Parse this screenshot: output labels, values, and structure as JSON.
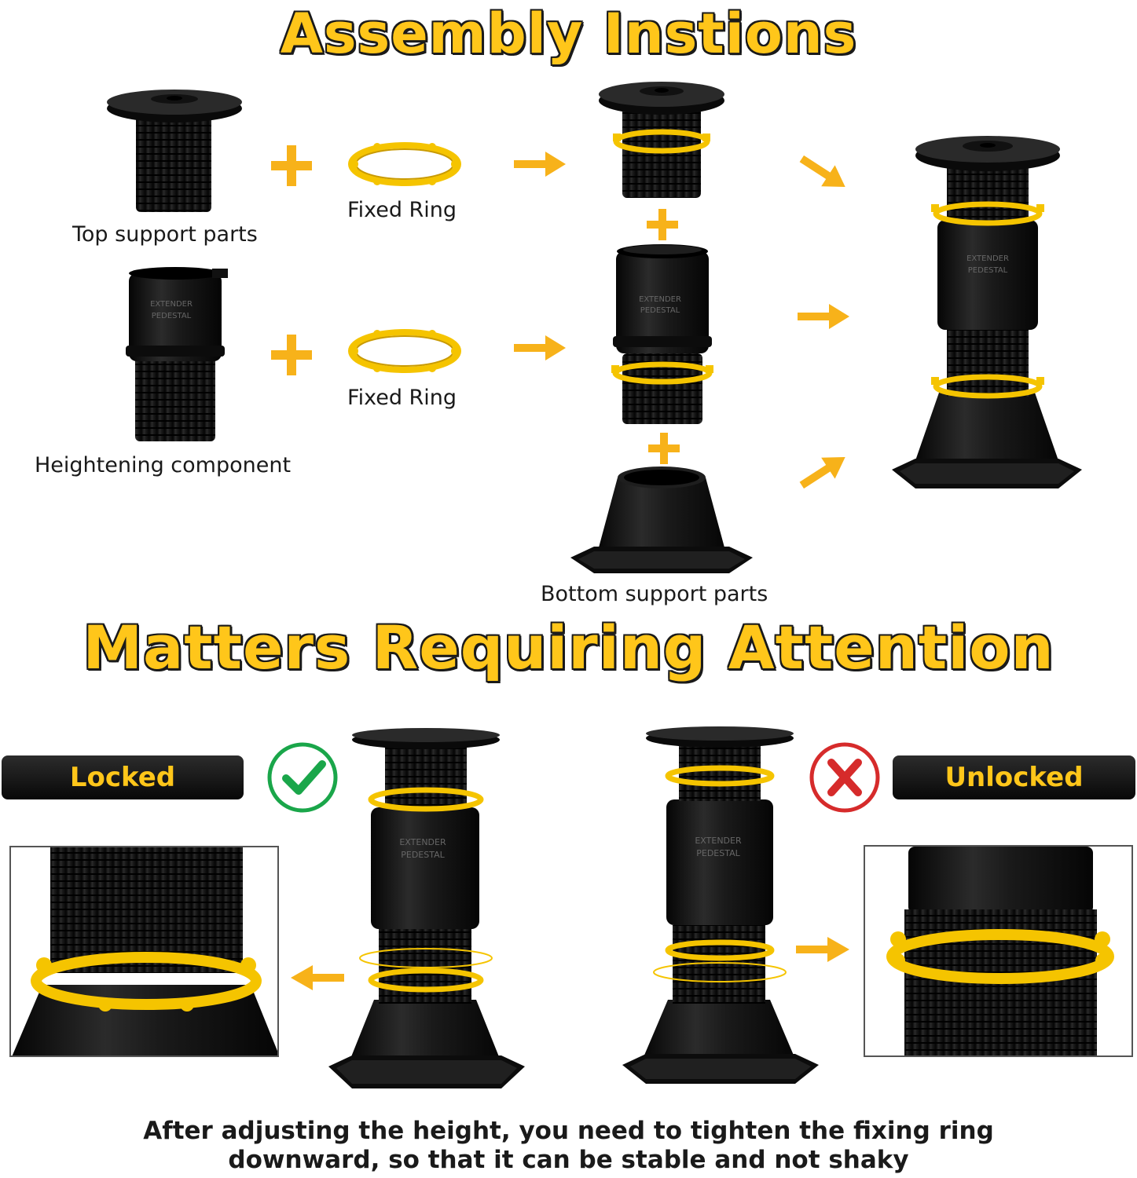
{
  "assembly": {
    "title": "Assembly Instions",
    "top_part_label": "Top support parts",
    "fixed_ring_label_1": "Fixed Ring",
    "fixed_ring_label_2": "Fixed Ring",
    "heightening_label": "Heightening component",
    "bottom_part_label": "Bottom support parts",
    "extender_text_line1": "EXTENDER",
    "extender_text_line2": "PEDESTAL"
  },
  "attention": {
    "title": "Matters Requiring Attention",
    "locked_label": "Locked",
    "unlocked_label": "Unlocked",
    "caption_line1": "After adjusting the height, you need to tighten the fixing ring",
    "caption_line2": "downward, so that it can be stable and not shaky"
  },
  "colors": {
    "accent_yellow": "#ffc61a",
    "ring_yellow": "#f5c400",
    "arrow_orange": "#f7b21a",
    "check_green": "#1aa64a",
    "cross_red": "#d62b2b",
    "part_black": "#141414"
  },
  "icons": {
    "check": "check-circle-icon",
    "cross": "cross-circle-icon"
  }
}
